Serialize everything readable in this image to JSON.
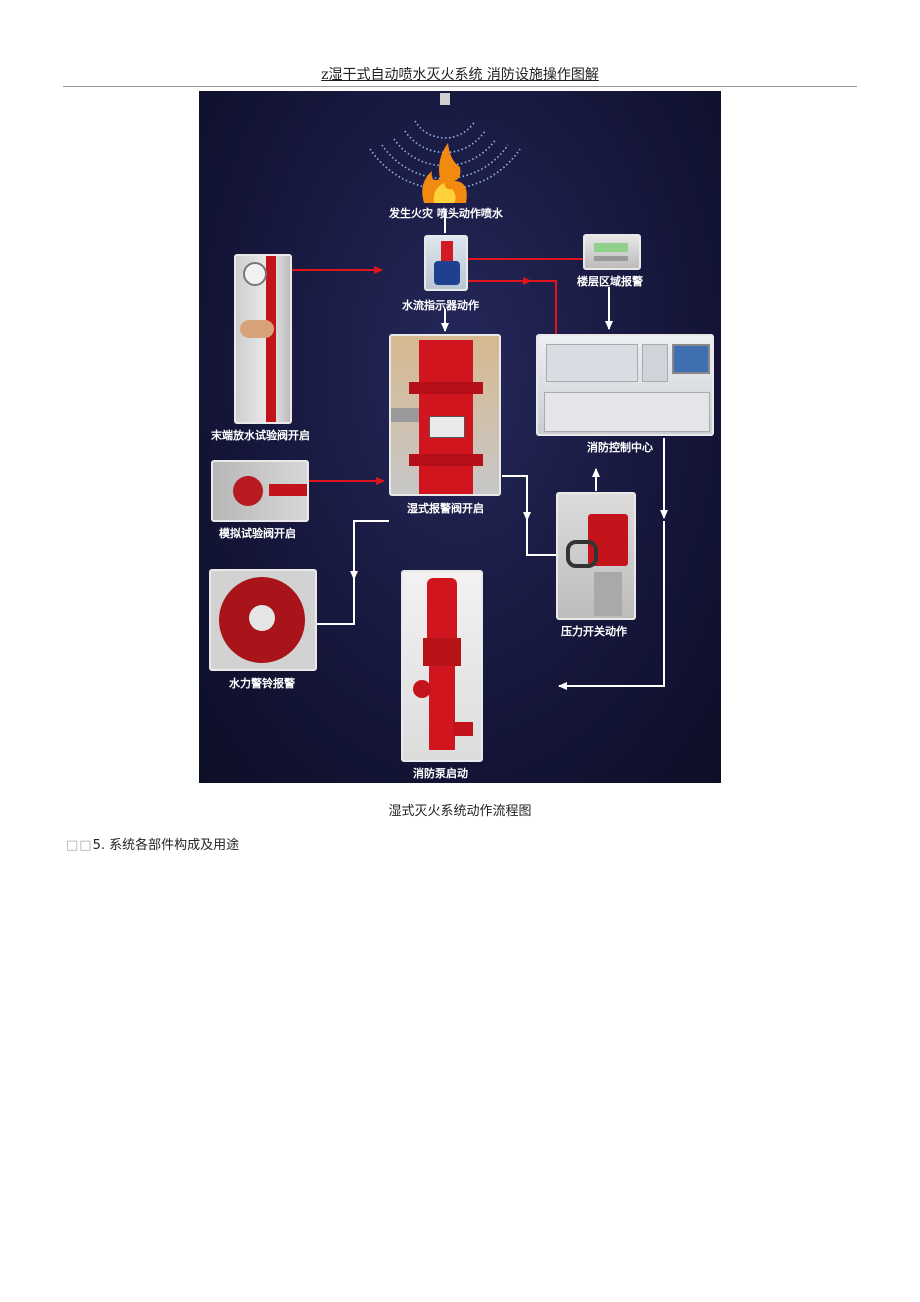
{
  "header": {
    "title": "z湿干式自动喷水灭火系统 消防设施操作图解"
  },
  "figure": {
    "labels": {
      "fire": "发生火灾  喷头动作喷水",
      "flow_indicator": "水流指示器动作",
      "floor_alarm": "楼层区域报警",
      "end_valve": "末端放水试验阀开启",
      "control_center": "消防控制中心",
      "alarm_valve": "湿式报警阀开启",
      "sim_valve": "模拟试验阀开启",
      "pressure_switch": "压力开关动作",
      "water_bell": "水力警铃报警",
      "fire_pump": "消防泵启动"
    }
  },
  "caption": "湿式灭火系统动作流程图",
  "section": {
    "prefix": "□□",
    "text": "5. 系统各部件构成及用途"
  }
}
